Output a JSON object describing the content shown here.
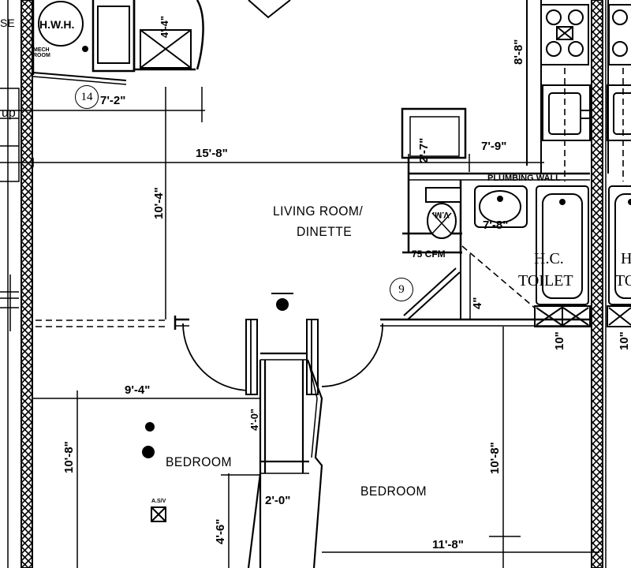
{
  "rooms": {
    "living": "LIVING ROOM/",
    "dinette": "DINETTE",
    "bedroom_left": "BEDROOM",
    "bedroom_right": "BEDROOM",
    "hc_toilet_1": "H.C.",
    "hc_toilet_2": "TOILET",
    "hc_toilet_frag_1": "H",
    "hc_toilet_frag_2": "TO"
  },
  "labels": {
    "hwh": "H.W.H.",
    "mech_room": "MECH ROOM",
    "se": "SE",
    "up": "up",
    "plumbing_wall": "PLUMBING WALL",
    "vm": "V.M.",
    "cfm": "75 CFM",
    "asv": "A.S/V"
  },
  "tags": {
    "tag_14": "14",
    "tag_9": "9"
  },
  "dimensions": {
    "d_7_2": "7'-2\"",
    "d_15_8": "15'-8\"",
    "d_10_4": "10'-4\"",
    "d_7_9": "7'-9\"",
    "d_2_7": "2'-7\"",
    "d_8_8": "8'-8\"",
    "d_4_4": "4'-4\"",
    "d_7_8": "7'-8\"",
    "d_4": "4\"",
    "d_10_a": "10\"",
    "d_10_b": "10\"",
    "d_9_4": "9'-4\"",
    "d_10_8_left": "10'-8\"",
    "d_10_8_right": "10'-8\"",
    "d_4_0": "4'-0\"",
    "d_2_0": "2'-0\"",
    "d_4_6": "4'-6\"",
    "d_11_8": "11'-8\""
  }
}
